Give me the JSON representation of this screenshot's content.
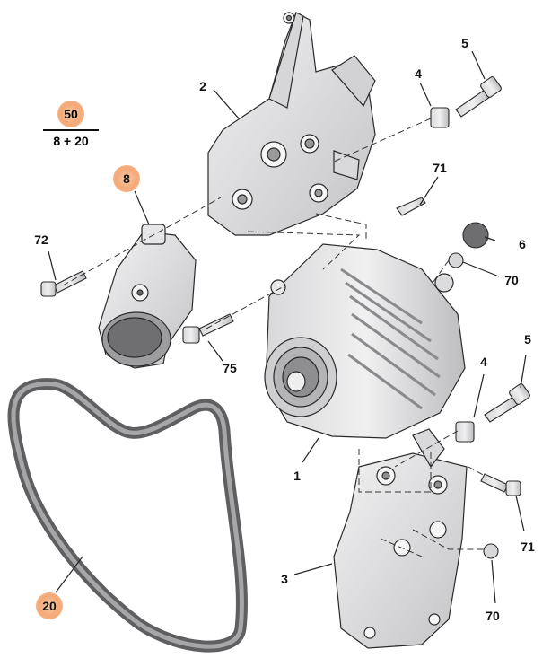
{
  "kit": {
    "number": "50",
    "contents": "8 + 20"
  },
  "callouts": {
    "c1": "1",
    "c2": "2",
    "c3": "3",
    "c4a": "4",
    "c4b": "4",
    "c5a": "5",
    "c5b": "5",
    "c6": "6",
    "c8": "8",
    "c20": "20",
    "c70a": "70",
    "c70b": "70",
    "c71a": "71",
    "c71b": "71",
    "c72": "72",
    "c75": "75"
  },
  "colors": {
    "part_fill": "#e4e4e6",
    "part_shade": "#c9c9cc",
    "outline": "#2a2a2a",
    "belt": "#7d7d7f",
    "highlight": "#f4a878"
  }
}
